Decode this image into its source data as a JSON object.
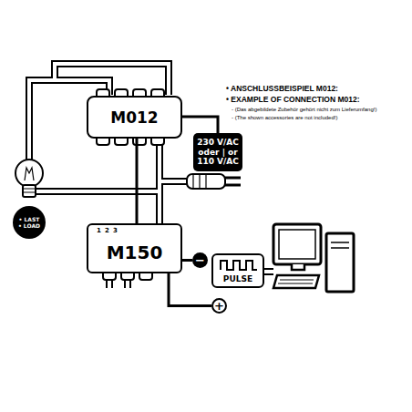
{
  "diagram": {
    "nodes": [
      {
        "text": [
          "M012"
        ]
      },
      {
        "text": [
          "230 V/AC oder | or 110 V/AC"
        ]
      },
      {
        "text": [
          "• LAST",
          "• LOAD"
        ]
      },
      {
        "text": [
          "M150"
        ]
      },
      {
        "text": [
          "−"
        ]
      },
      {
        "text": [
          "PULSE"
        ]
      },
      {
        "text": [
          "+"
        ]
      }
    ],
    "edges": [
      {
        "from": 0,
        "to": 3,
        "arrow": "none"
      },
      {
        "from": 1,
        "to": 0,
        "arrow": "none"
      },
      {
        "from": 3,
        "to": 4,
        "arrow": "none"
      },
      {
        "from": 3,
        "to": 6,
        "arrow": "none"
      }
    ],
    "labels": [
      "• ANSCHLUSSBEISPIEL M012:",
      "• EXAMPLE OF CONNECTION M012:",
      "- (Das abgebildete Zubehör gehört nicht zum Lieferumfang!)",
      "- (The shown accessories are not included!)",
      "1",
      "2",
      "3"
    ]
  }
}
